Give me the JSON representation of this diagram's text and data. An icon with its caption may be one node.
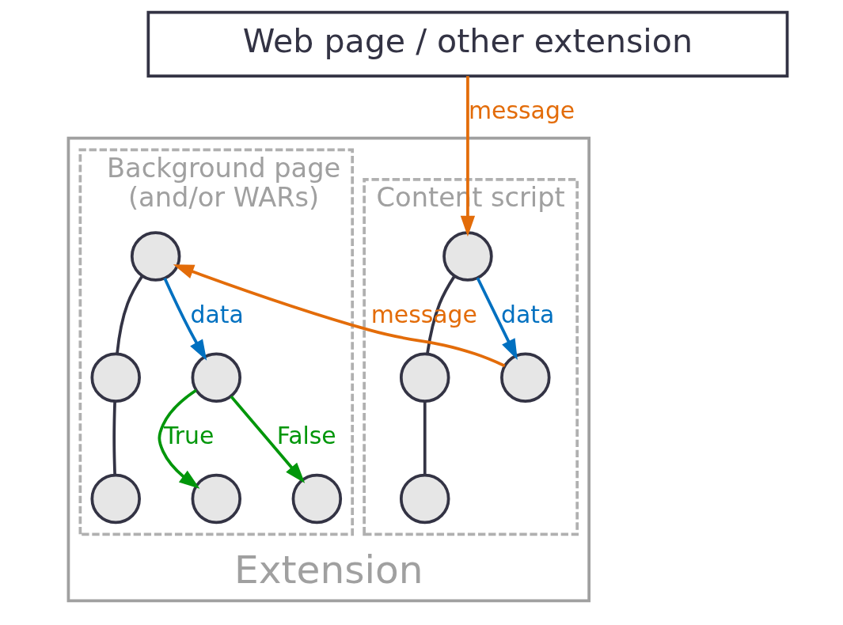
{
  "diagram": {
    "nodes": [
      {
        "text": [
          "Web page / other extension"
        ]
      },
      {
        "text": [
          "Extension"
        ]
      },
      {
        "text": [
          "Content script"
        ],
        "in": 1
      },
      {
        "text": [
          "Background page",
          "(and/or WARs)"
        ],
        "in": 1
      },
      {
        "text": [],
        "shape": "circle",
        "in": 2
      },
      {
        "text": [],
        "shape": "circle",
        "in": 2
      },
      {
        "text": [],
        "shape": "circle",
        "in": 2
      },
      {
        "text": [],
        "shape": "circle",
        "in": 2
      },
      {
        "text": [],
        "shape": "circle",
        "in": 3
      },
      {
        "text": [],
        "shape": "circle",
        "in": 3
      },
      {
        "text": [],
        "shape": "circle",
        "in": 3
      },
      {
        "text": [],
        "shape": "circle",
        "in": 3
      },
      {
        "text": [],
        "shape": "circle",
        "in": 3
      },
      {
        "text": [],
        "shape": "circle",
        "in": 3
      }
    ],
    "edges": [
      {
        "from": 0,
        "to": 4,
        "arrow": "to",
        "label": "message",
        "color": "#e36c09"
      },
      {
        "from": 4,
        "to": 5,
        "arrow": "none"
      },
      {
        "from": 4,
        "to": 6,
        "arrow": "to",
        "label": "data",
        "color": "#0070c0"
      },
      {
        "from": 5,
        "to": 7,
        "arrow": "none"
      },
      {
        "from": 6,
        "to": 8,
        "arrow": "to",
        "label": "message",
        "color": "#e36c09"
      },
      {
        "from": 8,
        "to": 9,
        "arrow": "none"
      },
      {
        "from": 8,
        "to": 10,
        "arrow": "to",
        "label": "data",
        "color": "#0070c0"
      },
      {
        "from": 9,
        "to": 11,
        "arrow": "none"
      },
      {
        "from": 10,
        "to": 12,
        "arrow": "to",
        "label": "True",
        "color": "#00960a"
      },
      {
        "from": 10,
        "to": 13,
        "arrow": "to",
        "label": "False",
        "color": "#00960a"
      }
    ]
  }
}
